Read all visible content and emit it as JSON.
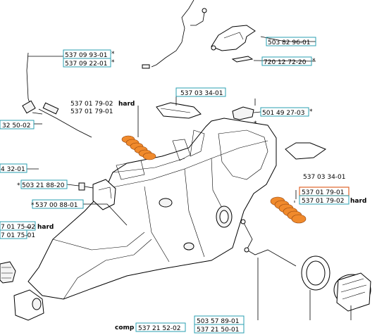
{
  "labels": {
    "l01": "503 82 96-01",
    "l02": "720 12 72-20",
    "l03": "537 09 93-01",
    "l04": "537 09 22-01",
    "l05": "537 03 34-01",
    "l06": "537 01 79-02",
    "l07": "537 01 79-01",
    "l08": "501 49 27-03",
    "l09": "32 50-02",
    "l10": "4 32-01",
    "l11": "503 21 88-20",
    "l12": "537 00 88-01",
    "l13": "537 03 34-01",
    "l14": "537 01 79-01",
    "l15": "537 01 79-02",
    "l16": "7 01 75-02",
    "l17": "7 01 75-01",
    "l18": "503 57 89-01",
    "l19": "537 21 52-02",
    "l20": "537 21 50-01"
  },
  "marks": {
    "star": "*",
    "hard": "hard",
    "comp": "comp"
  },
  "colors": {
    "box": "#2a9fb0",
    "selected_box": "#e0642a",
    "spring": "#f08a2c"
  }
}
